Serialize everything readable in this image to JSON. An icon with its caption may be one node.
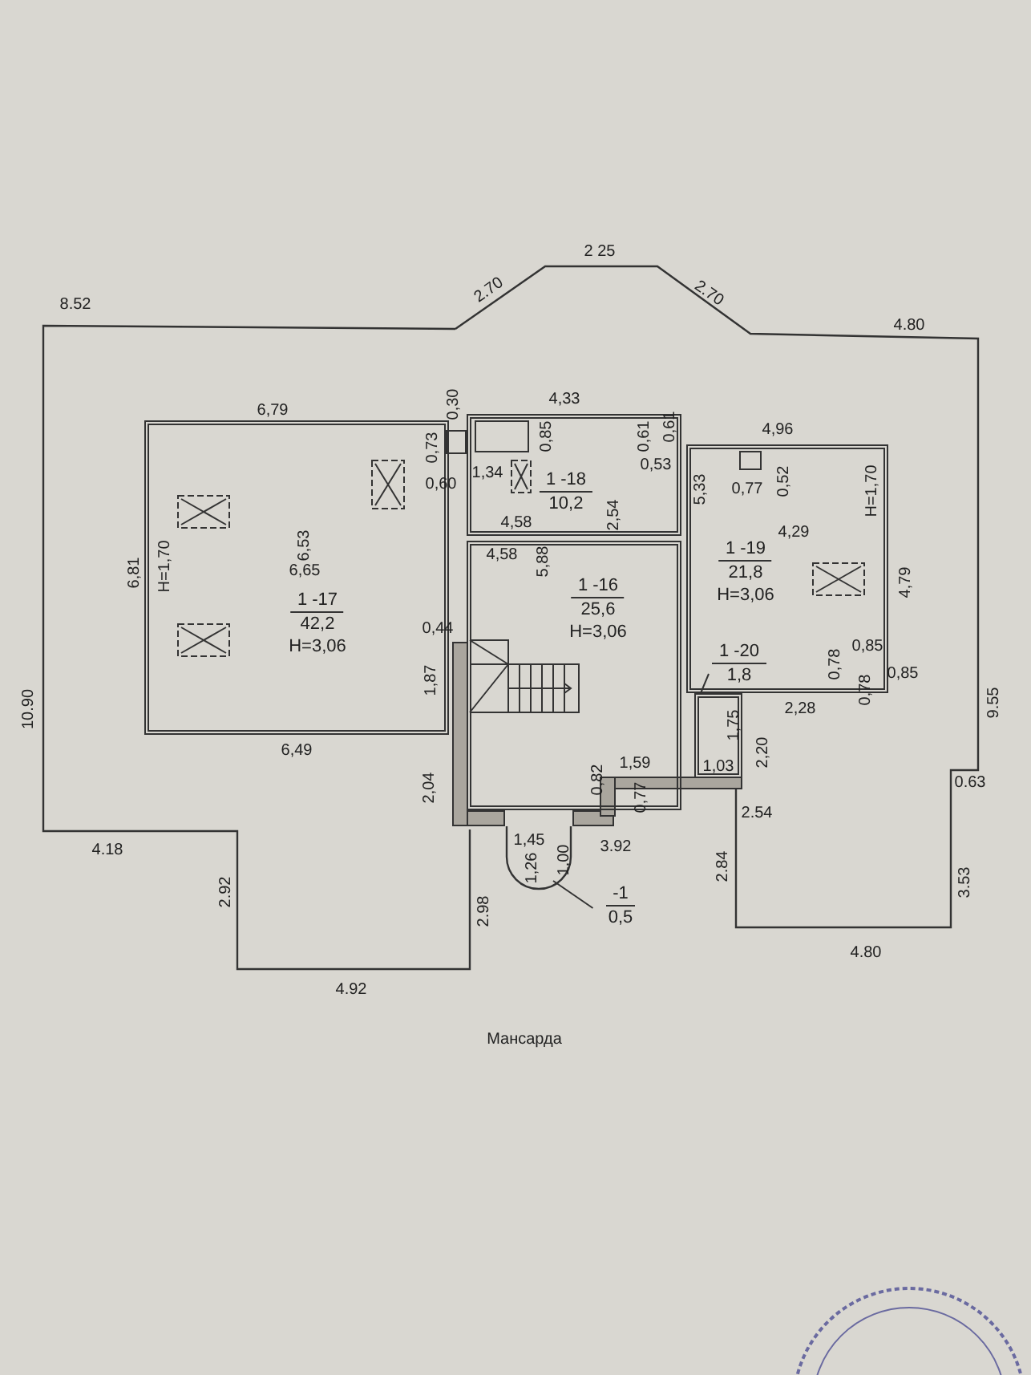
{
  "diagram": {
    "caption": "Мансарда",
    "nodes": [
      {
        "text": [
          "1 -17",
          "42,2",
          "H=3,06"
        ]
      },
      {
        "text": [
          "1 -18",
          "10,2"
        ]
      },
      {
        "text": [
          "1 -16",
          "25,6",
          "H=3,06"
        ]
      },
      {
        "text": [
          "1 -19",
          "21,8",
          "H=3,06"
        ]
      },
      {
        "text": [
          "1 -20",
          "1,8"
        ],
        "in": 3
      },
      {
        "text": [],
        "shape": "box"
      },
      {
        "text": [
          "-1",
          "0,5"
        ]
      },
      {
        "text": [],
        "shape": "semicircle"
      }
    ],
    "edges": [
      {
        "from": 4,
        "to": 5,
        "arrow": "none"
      },
      {
        "from": 6,
        "to": 7,
        "arrow": "none"
      }
    ],
    "labels": [
      "8.52",
      "2.70",
      "2 25",
      "2.70",
      "4.80",
      "6,79",
      "0,30",
      "0,85",
      "4,33",
      "0,61",
      "0,61",
      "4,96",
      "0,73",
      "0,60",
      "1,34",
      "0,53",
      "5,33",
      "0,77",
      "0,52",
      "H=1,70",
      "6,81",
      "H=1,70",
      "6,53",
      "6,65",
      "4,58",
      "4,58",
      "5,88",
      "2,54",
      "4,29",
      "4,79",
      "10.90",
      "1,87",
      "0,44",
      "2,28",
      "0,78",
      "0,78",
      "0,85",
      "0,85",
      "9.55",
      "6,49",
      "2,04",
      "0,82",
      "1,59",
      "0,77",
      "1,03",
      "1,75",
      "2.54",
      "2,20",
      "0.63",
      "4.18",
      "2.92",
      "2.98",
      "1,45",
      "1,26",
      "1,00",
      "3.92",
      "2.84",
      "3.53",
      "4.80",
      "4.92"
    ]
  }
}
